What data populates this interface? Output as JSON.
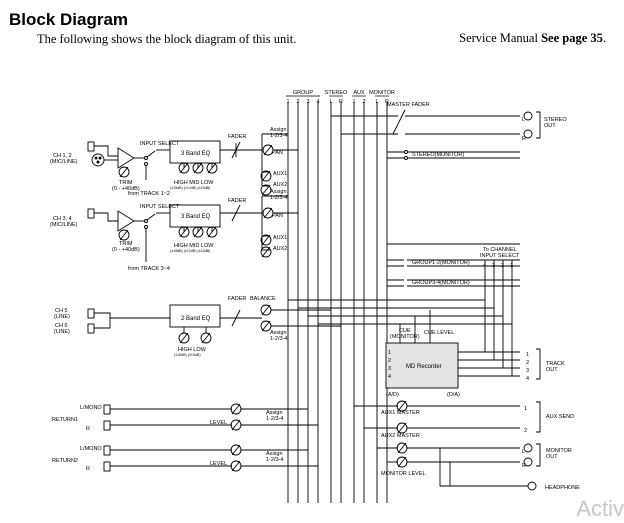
{
  "header": {
    "title": "Block Diagram",
    "subtitle": "The following shows the block diagram of this unit.",
    "ref_prefix": "Service Manual",
    "ref_link": "See page 35",
    "ref_suffix": "."
  },
  "watermark": "Activ",
  "bus_header": {
    "group": "GROUP",
    "stereo": "STEREO",
    "aux": "AUX",
    "monitor": "MONITOR",
    "n1": "1",
    "n2": "2",
    "n3": "3",
    "n4": "4",
    "sl": "L",
    "sr": "R",
    "a1": "1",
    "a2": "2",
    "ml": "L",
    "mr": "R"
  },
  "inputs": {
    "ch12_a": "CH 1, 2",
    "ch12_b": "(MIC/LINE)",
    "ch34_a": "CH 3, 4",
    "ch34_b": "(MIC/LINE)",
    "ch5_a": "CH 5",
    "ch5_b": "(LINE)",
    "ch6_a": "CH 6",
    "ch6_b": "(LINE)",
    "return1": "RETURN1",
    "return2": "RETURN2",
    "lmono": "L/MONO",
    "r": "R"
  },
  "strip": {
    "input_select": "INPUT SELECT",
    "eq3": "3 Band EQ",
    "eq2": "2 Band EQ",
    "fader": "FADER",
    "balance": "BALANCE",
    "trim": "TRIM",
    "trim_range": "(0 - +40dB)",
    "high_mid_low": "HIGH MID LOW",
    "eq3_gain": "(±15dB) (±12dB) (±15dB)",
    "high_low": "HIGH    LOW",
    "eq2_gain": "(±15dB)  (±15dB)",
    "from_track_12": "from TRACK 1~2",
    "from_track_34": "from TRACK 3~4",
    "assign": "Assign",
    "assign_val": "1-2/3-4",
    "pan": "PAN",
    "aux1": "AUX1",
    "aux2": "AUX2",
    "level": "LEVEL"
  },
  "outputs": {
    "master_fader": "MASTER FADER",
    "stereo_out": "STEREO",
    "stereo_out2": "OUT",
    "stereo_monitor": "STEREO(MONITOR)",
    "to_channel": "To CHANNEL",
    "input_select": "INPUT SELECT",
    "tc_4": "4",
    "tc_3": "3",
    "tc_2": "2",
    "tc_1": "1",
    "group12_monitor": "GROUP1-2(MONITOR)",
    "group34_monitor": "GROUP3-4(MONITOR)",
    "cue": "CUE",
    "monitor_paren": "(MONITOR)",
    "cue_level": "CUE LEVEL",
    "md_recorder": "MD Recorder",
    "ad": "(A/D)",
    "da": "(D/A)",
    "track_out": "TRACK",
    "track_out2": "OUT",
    "aux1_master": "AUX1 MASTER",
    "aux2_master": "AUX2 MASTER",
    "aux_send": "AUX SEND",
    "monitor_out": "MONITOR",
    "monitor_out2": "OUT",
    "monitor_level": "MONITOR LEVEL",
    "headphone": "HEADPHONE",
    "L": "L",
    "R": "R",
    "t1": "1",
    "t2": "2",
    "t3": "3",
    "t4": "4"
  }
}
